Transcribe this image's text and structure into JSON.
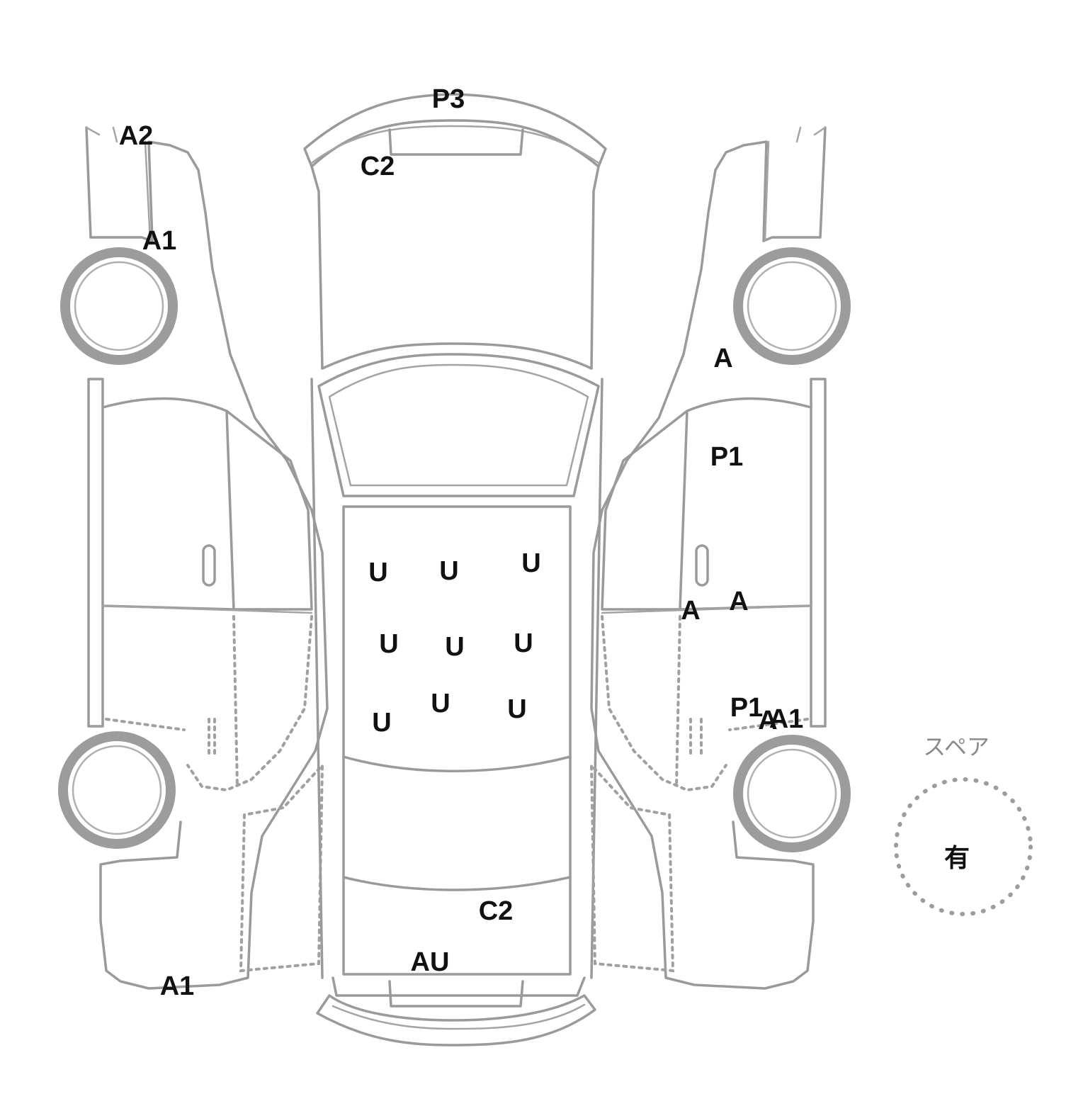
{
  "marks": [
    {
      "id": "mark-left-front-corner",
      "text": "A2"
    },
    {
      "id": "mark-left-front-fender",
      "text": "A1"
    },
    {
      "id": "mark-left-rear-corner",
      "text": "A1"
    },
    {
      "id": "mark-front-bumper",
      "text": "P3"
    },
    {
      "id": "mark-front-grille",
      "text": "C2"
    },
    {
      "id": "mark-roof-1",
      "text": "U"
    },
    {
      "id": "mark-roof-2",
      "text": "U"
    },
    {
      "id": "mark-roof-3",
      "text": "U"
    },
    {
      "id": "mark-roof-4",
      "text": "U"
    },
    {
      "id": "mark-roof-5",
      "text": "U"
    },
    {
      "id": "mark-roof-6",
      "text": "U"
    },
    {
      "id": "mark-roof-7",
      "text": "U"
    },
    {
      "id": "mark-roof-8",
      "text": "U"
    },
    {
      "id": "mark-roof-9",
      "text": "U"
    },
    {
      "id": "mark-trunk",
      "text": "C2"
    },
    {
      "id": "mark-rear-bumper",
      "text": "AU"
    },
    {
      "id": "mark-right-front-fender",
      "text": "A"
    },
    {
      "id": "mark-right-front-door",
      "text": "P1"
    },
    {
      "id": "mark-right-front-door-low-1",
      "text": "A"
    },
    {
      "id": "mark-right-front-door-low-2",
      "text": "A"
    },
    {
      "id": "mark-right-rear-door",
      "text": "P1"
    },
    {
      "id": "mark-right-rear-a",
      "text": "A"
    },
    {
      "id": "mark-right-rear-a1",
      "text": "A1"
    }
  ],
  "spare": {
    "label": "スペア",
    "value": "有"
  },
  "colors": {
    "outline": "#9a9a9a",
    "mark_text": "#111111",
    "background": "#ffffff"
  }
}
